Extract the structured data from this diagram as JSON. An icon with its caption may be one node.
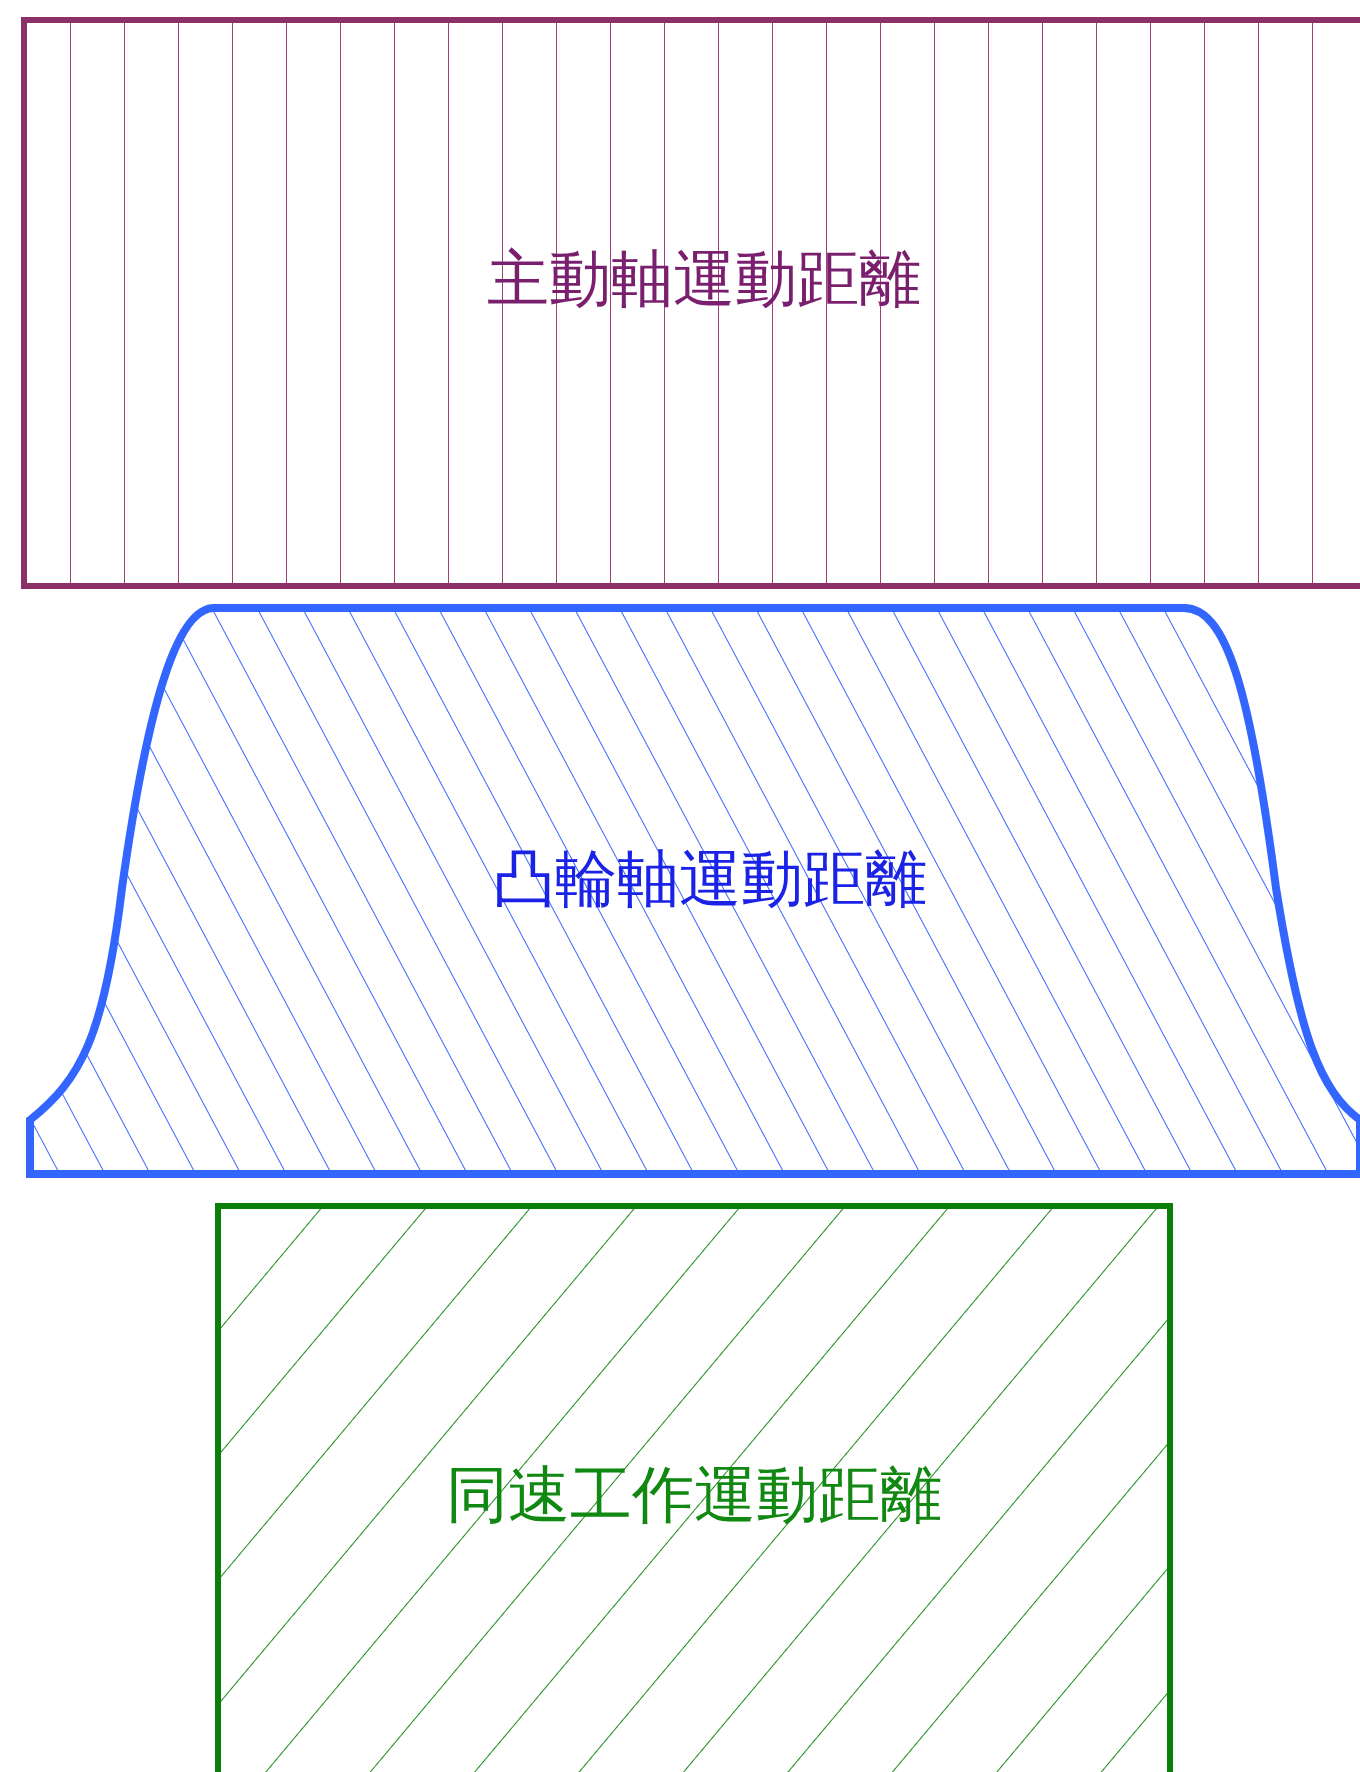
{
  "diagram": {
    "nodes": [
      {
        "text": [
          "主動軸運動距離"
        ]
      },
      {
        "text": [
          "凸輪軸運動距離"
        ]
      },
      {
        "text": [
          "同速工作運動距離"
        ]
      }
    ]
  }
}
